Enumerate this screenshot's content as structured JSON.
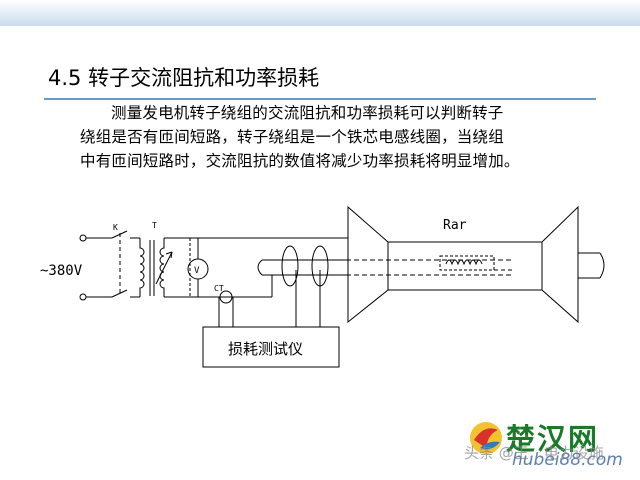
{
  "slide": {
    "title": "4.5  转子交流阻抗和功率损耗",
    "paragraph": [
      "测量发电机转子绕组的交流阻抗和功率损耗可以判断转子",
      "绕组是否有匝间短路，转子绕组是一个铁芯电感线圈，当绕组",
      "中有匝间短路时，交流阻抗的数值将减少功率损耗将明显增加。"
    ]
  },
  "diagram": {
    "supply_label": "~380V",
    "switch_label": "K",
    "transformer_label": "T",
    "voltmeter_label": "V",
    "ct_label": "CT",
    "rotor_label": "Rar",
    "instrument_label": "损耗测试仪"
  },
  "watermark": {
    "site": "楚汉网",
    "url": "hubei88.com",
    "overlay": "头条 @王…电力设施"
  },
  "colors": {
    "title_rule": "#6d99c9",
    "watermark_green": "#1a7a2a"
  }
}
